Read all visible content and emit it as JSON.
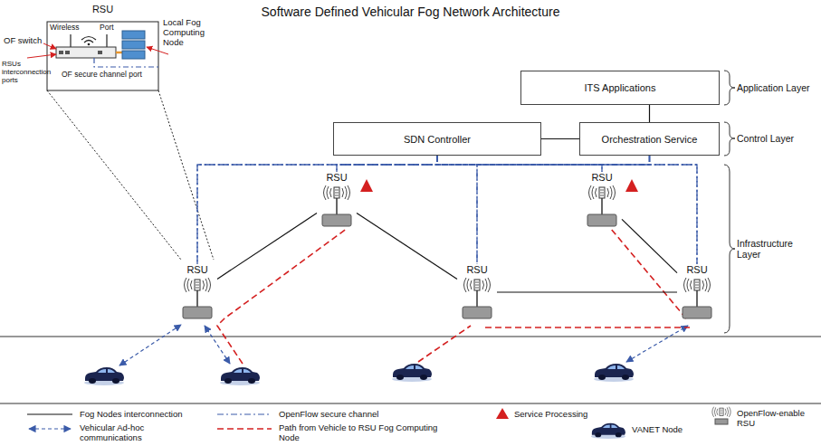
{
  "diagram": {
    "title": "Software Defined Vehicular Fog Network Architecture",
    "nodes": [
      {
        "text": [
          "RSU"
        ]
      },
      {
        "text": [
          "ITS Applications"
        ]
      },
      {
        "text": [
          "SDN Controller"
        ]
      },
      {
        "text": [
          "Orchestration Service"
        ]
      },
      {
        "text": [
          "RSU"
        ]
      },
      {
        "text": [
          "RSU"
        ]
      },
      {
        "text": [
          "RSU"
        ]
      },
      {
        "text": [
          "RSU"
        ]
      },
      {
        "text": [
          "RSU"
        ]
      }
    ],
    "edges": [
      {
        "from": 1,
        "to": 3,
        "arrow": "none"
      },
      {
        "from": 2,
        "to": 3,
        "arrow": "none"
      },
      {
        "from": 2,
        "to": 4,
        "arrow": "none"
      },
      {
        "from": 2,
        "to": 5,
        "arrow": "none"
      },
      {
        "from": 2,
        "to": 6,
        "arrow": "none"
      },
      {
        "from": 2,
        "to": 7,
        "arrow": "none"
      },
      {
        "from": 2,
        "to": 8,
        "arrow": "none"
      },
      {
        "from": 3,
        "to": 4,
        "arrow": "none"
      },
      {
        "from": 3,
        "to": 5,
        "arrow": "none"
      },
      {
        "from": 3,
        "to": 6,
        "arrow": "none"
      },
      {
        "from": 3,
        "to": 7,
        "arrow": "none"
      },
      {
        "from": 3,
        "to": 8,
        "arrow": "none"
      },
      {
        "from": 6,
        "to": 4,
        "arrow": "none"
      },
      {
        "from": 4,
        "to": 7,
        "arrow": "none"
      },
      {
        "from": 7,
        "to": 8,
        "arrow": "none"
      },
      {
        "from": 5,
        "to": 8,
        "arrow": "none"
      }
    ],
    "labels": [
      "Wireless",
      "Port",
      "Local Fog Computing Node",
      "OF switch",
      "RSUs interconnection ports",
      "OF secure channel port",
      "Application Layer",
      "Control Layer",
      "Infrastructure Layer"
    ],
    "legend": [
      {
        "text": "Fog Nodes interconnection"
      },
      {
        "text": "OpenFlow secure channel"
      },
      {
        "text": "Service Processing"
      },
      {
        "text": "OpenFlow-enable RSU"
      },
      {
        "text": "Vehicular Ad-hoc communications"
      },
      {
        "text": "Path from Vehicle to RSU Fog Computing Node"
      },
      {
        "text": "VANET Node"
      }
    ]
  }
}
